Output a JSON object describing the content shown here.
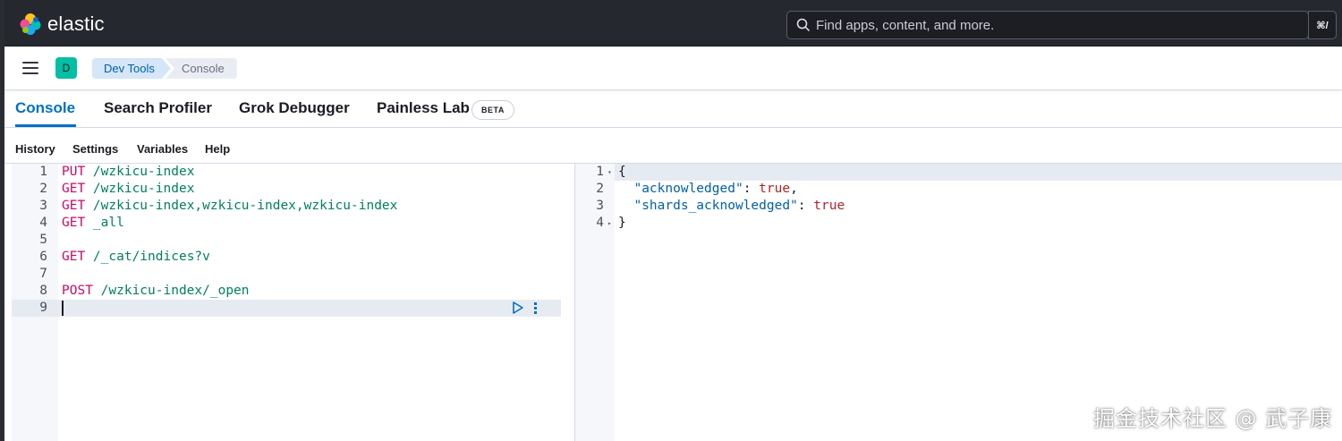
{
  "header": {
    "brand": "elastic",
    "search_placeholder": "Find apps, content, and more.",
    "shortcut": "⌘/"
  },
  "subheader": {
    "space_initial": "D",
    "breadcrumbs": [
      "Dev Tools",
      "Console"
    ]
  },
  "tabs": [
    {
      "label": "Console",
      "active": true
    },
    {
      "label": "Search Profiler",
      "active": false
    },
    {
      "label": "Grok Debugger",
      "active": false
    },
    {
      "label": "Painless Lab",
      "active": false
    }
  ],
  "beta_badge": "BETA",
  "menu": [
    "History",
    "Settings",
    "Variables",
    "Help"
  ],
  "request_editor": {
    "lines": [
      {
        "number": "1",
        "method": "PUT",
        "path": " /wzkicu-index"
      },
      {
        "number": "2",
        "method": "GET",
        "path": " /wzkicu-index"
      },
      {
        "number": "3",
        "method": "GET",
        "path": " /wzkicu-index,wzkicu-index,wzkicu-index"
      },
      {
        "number": "4",
        "method": "GET",
        "path": " _all"
      },
      {
        "number": "5",
        "method": "",
        "path": ""
      },
      {
        "number": "6",
        "method": "GET",
        "path": " /_cat/indices?v"
      },
      {
        "number": "7",
        "method": "",
        "path": ""
      },
      {
        "number": "8",
        "method": "POST",
        "path": " /wzkicu-index/_open"
      },
      {
        "number": "9",
        "method": "",
        "path": ""
      }
    ]
  },
  "response_editor": {
    "line_numbers": [
      "1",
      "2",
      "3",
      "4"
    ],
    "open_brace": "{",
    "close_brace": "}",
    "entries": [
      {
        "key": "\"acknowledged\"",
        "value": "true",
        "trail": ","
      },
      {
        "key": "\"shards_acknowledged\"",
        "value": "true",
        "trail": ""
      }
    ]
  },
  "watermark": "掘金技术社区 @ 武子康",
  "colors": {
    "topbar": "#25282f",
    "accent": "#0071c2",
    "method": "#c80a68",
    "path": "#00805c",
    "json_key": "#0061a6",
    "json_value": "#b22222"
  }
}
